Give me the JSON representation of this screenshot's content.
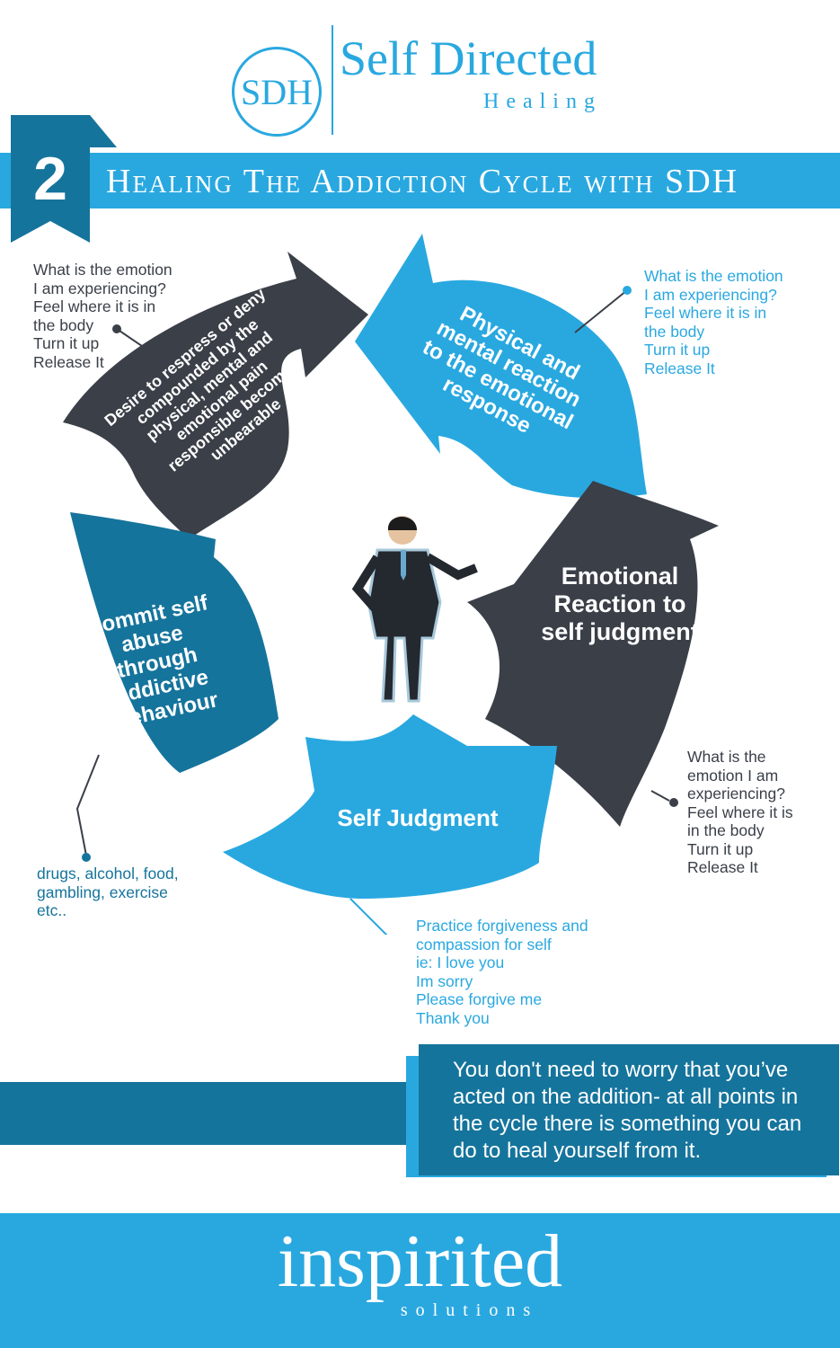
{
  "header": {
    "logo_mark": "SDH",
    "logo_title": "Self Directed",
    "logo_subtitle": "Healing",
    "step_number": "2",
    "step_title": "Healing The Addiction Cycle with SDH"
  },
  "cycle": {
    "top_left_arrow": "Desire to respress or deny\ncompounded by the\nphysical, mental and\nemotional pain\nresponsible becomes\nunbearable",
    "top_right_arrow": "Physical and\nmental reaction\nto the emotional\nresponse",
    "right_arrow": "Emotional\nReaction to\nself judgment",
    "bottom_arrow": "Self Judgment",
    "left_arrow": "Commit self\nabuse\nthrough\naddictive\nbehaviour"
  },
  "notes": {
    "top_left": "What is the emotion\nI am experiencing?\nFeel where it is in\nthe body\nTurn it up\nRelease It",
    "top_right": "What is the emotion\nI am experiencing?\nFeel where it is in\nthe body\nTurn it up\nRelease It",
    "right": "What is the\nemotion I am\nexperiencing?\nFeel where it is\nin the body\nTurn it up\nRelease It",
    "bottom": "Practice forgiveness and\ncompassion for self\nie: I love you\nIm sorry\nPlease forgive me\nThank you",
    "left": "drugs, alcohol, food,\ngambling, exercise\netc.."
  },
  "message": "You don't need to worry that you’ve acted on the addition- at all points in the cycle there is something you can do to heal yourself from it.",
  "footer": {
    "brand": "inspirited",
    "sub": "solutions"
  },
  "colors": {
    "light_blue": "#29a8e0",
    "dark_blue": "#15749c",
    "charcoal": "#3a3f48"
  }
}
